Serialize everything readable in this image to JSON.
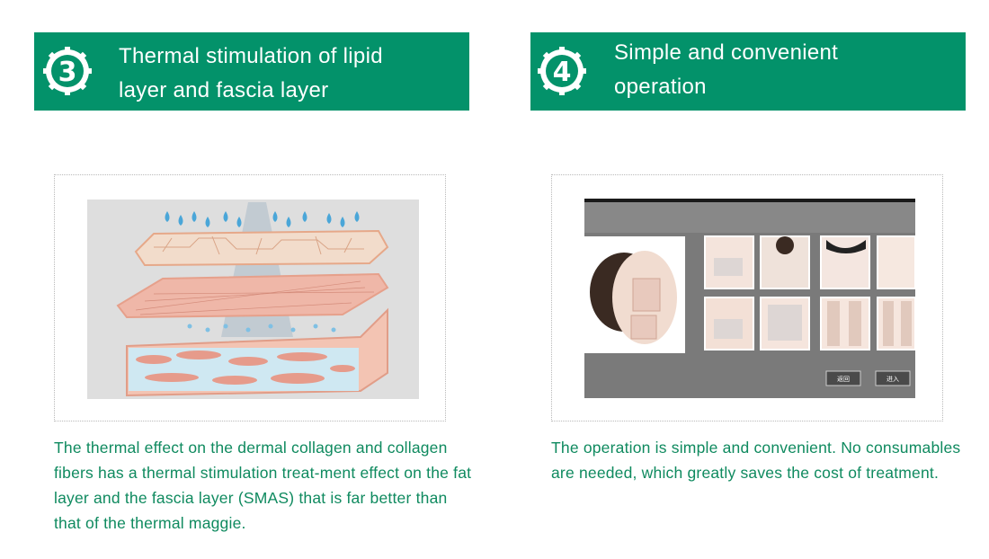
{
  "sections": [
    {
      "number": "3",
      "title_line1": "Thermal stimulation of lipid",
      "title_line2": "layer and fascia layer",
      "description": "The thermal effect on the dermal collagen and collagen fibers has a thermal stimulation treat-ment effect on the fat layer and the fascia layer (SMAS) that is far better than that of the thermal maggie."
    },
    {
      "number": "4",
      "title_line1": "Simple and convenient",
      "title_line2": "operation",
      "description": "The operation is simple and convenient. No consumables are needed, which greatly saves the cost of treatment."
    }
  ],
  "screen_buttons": [
    "返回",
    "进入"
  ],
  "colors": {
    "banner_green": "#03926a",
    "text_green": "#0f8a5f",
    "screen_gray": "#7a7a7a"
  }
}
